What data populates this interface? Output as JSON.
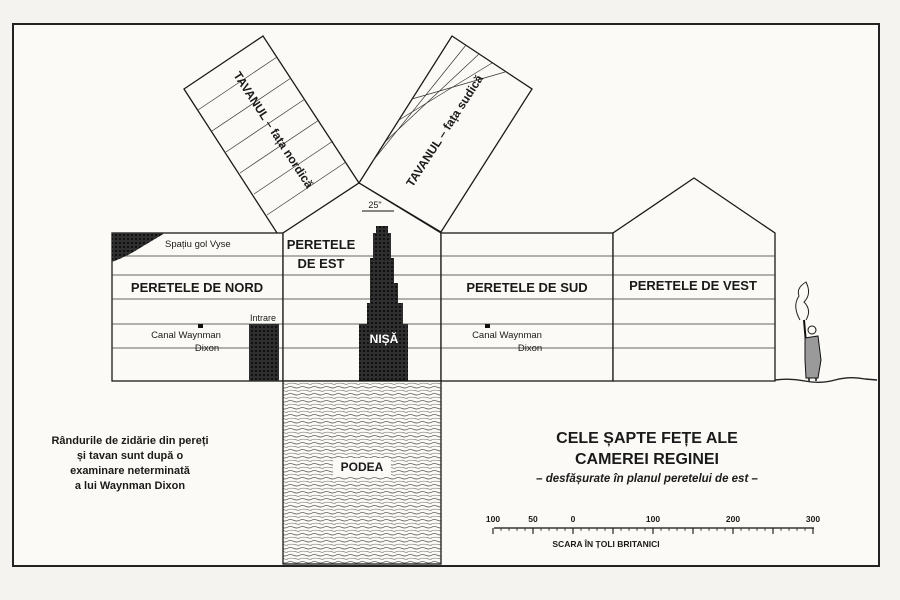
{
  "ceiling": {
    "north_label": "TAVANUL – fața nordică",
    "south_label": "TAVANUL – fața sudică"
  },
  "walls": {
    "north": "PERETELE DE NORD",
    "east_line1": "PERETELE",
    "east_line2": "DE EST",
    "south": "PERETELE DE SUD",
    "west": "PERETELE DE VEST"
  },
  "features": {
    "vyse_gap": "Spațiu gol Vyse",
    "entrance": "Intrare",
    "niche_width": "25\"",
    "niche": "NIȘĂ",
    "canal_north_line1": "Canal Waynman",
    "canal_north_line2": "Dixon",
    "canal_south_line1": "Canal Waynman",
    "canal_south_line2": "Dixon",
    "floor": "PODEA"
  },
  "note": {
    "line1": "Rândurile de zidărie din pereți",
    "line2": "și tavan sunt după o",
    "line3": "examinare neterminată",
    "line4": "a lui Waynman Dixon"
  },
  "title": {
    "line1": "CELE ȘAPTE FEȚE ALE",
    "line2": "CAMEREI REGINEI",
    "subtitle": "– desfășurate în planul peretelui de est –"
  },
  "scale": {
    "tick_labels": [
      "100",
      "50",
      "0",
      "100",
      "200",
      "300"
    ],
    "caption": "SCARA ÎN ȚOLI BRITANICI"
  }
}
